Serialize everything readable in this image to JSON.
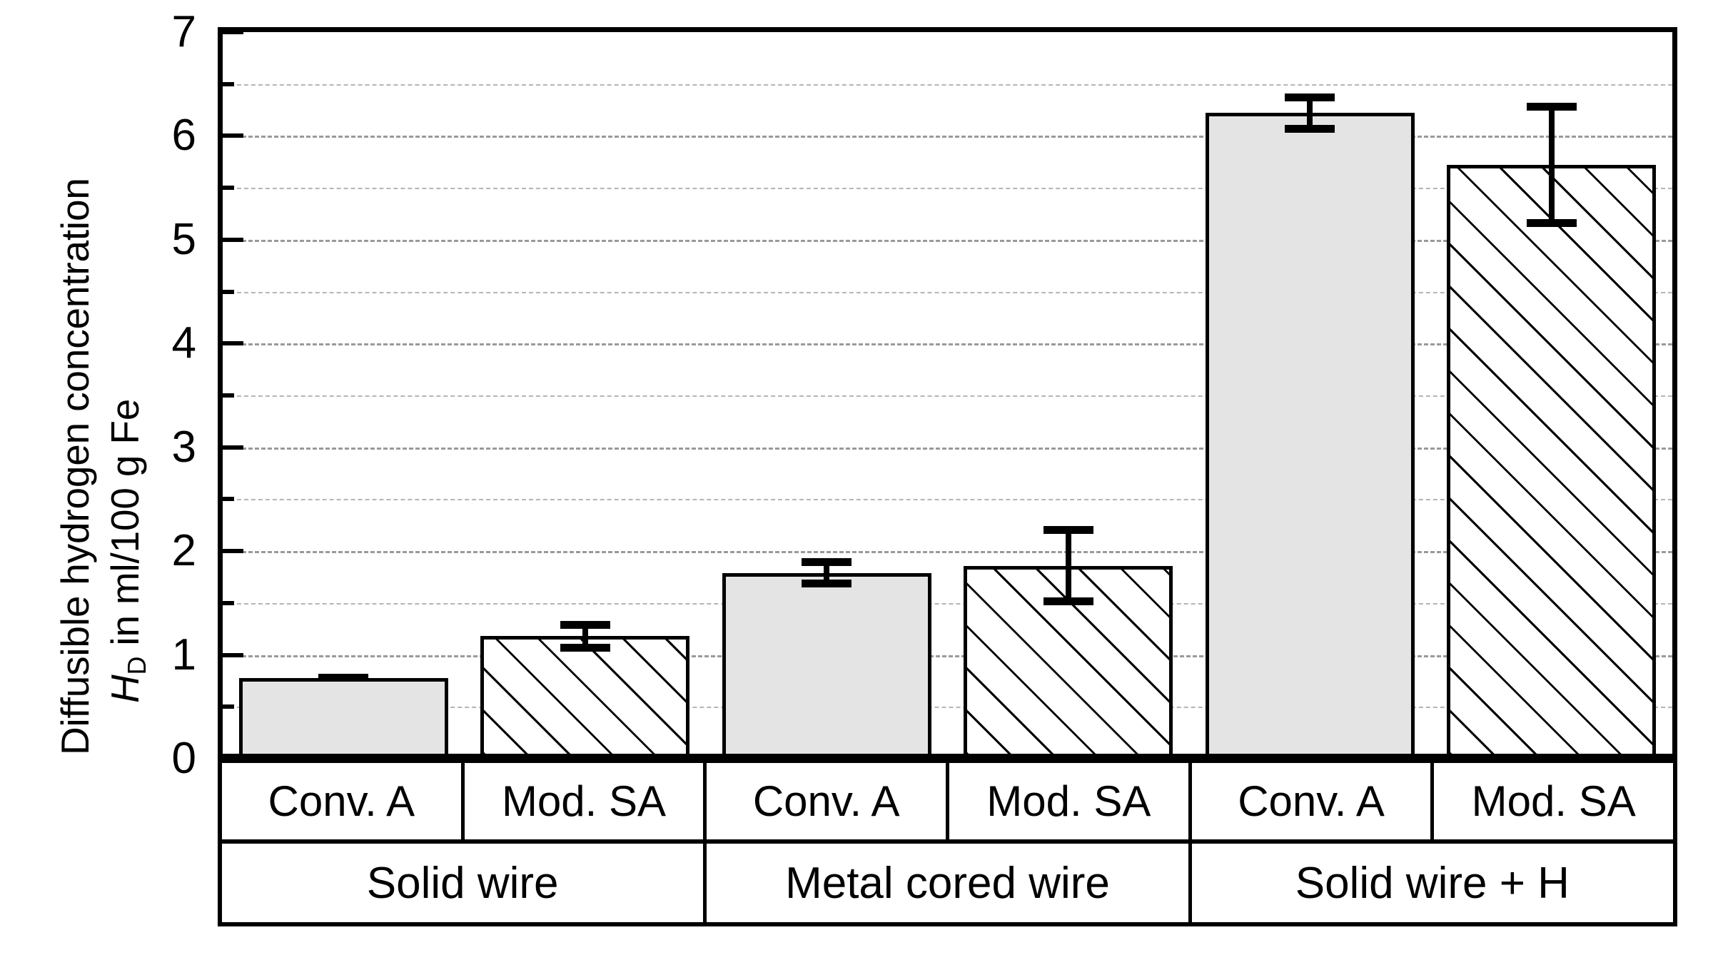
{
  "chart_data": {
    "type": "bar",
    "title": "",
    "xlabel": "",
    "ylabel_line1": "Diffusible hydrogen concentration",
    "ylabel_line2_prefix": "H",
    "ylabel_line2_sub": "D",
    "ylabel_line2_suffix": " in ml/100 g Fe",
    "ylim": [
      0,
      7
    ],
    "ytick_labels": [
      "0",
      "1",
      "2",
      "3",
      "4",
      "5",
      "6",
      "7"
    ],
    "ytick_values": [
      0,
      1,
      2,
      3,
      4,
      5,
      6,
      7
    ],
    "yminor_values": [
      0.5,
      1.5,
      2.5,
      3.5,
      4.5,
      5.5,
      6.5
    ],
    "grid": true,
    "grid_style": "dashed",
    "grid_color": "#9a9a9a",
    "legend": "none",
    "bar_fill_solid": "#e4e4e4",
    "bar_fill_hatched": "#ffffff",
    "bar_edge_color": "#000000",
    "categories": [
      "Conv. A",
      "Mod. SA",
      "Conv. A",
      "Mod. SA",
      "Conv. A",
      "Mod. SA"
    ],
    "values": [
      0.78,
      1.18,
      1.79,
      1.86,
      6.22,
      5.72
    ],
    "errors": [
      0.04,
      0.15,
      0.14,
      0.38,
      0.19,
      0.6
    ],
    "fill_styles": [
      "solid",
      "hatched",
      "solid",
      "hatched",
      "solid",
      "hatched"
    ],
    "groups": [
      {
        "label": "Solid wire",
        "span": 2
      },
      {
        "label": "Metal cored wire",
        "span": 2
      },
      {
        "label": "Solid wire + H",
        "span": 2
      }
    ]
  },
  "axis": {
    "y_title_line1": "Diffusible hydrogen concentration",
    "y_title_line2_prefix": "H",
    "y_title_line2_sub": "D",
    "y_title_line2_suffix": " in ml/100 g Fe",
    "tick_0": "0",
    "tick_1": "1",
    "tick_2": "2",
    "tick_3": "3",
    "tick_4": "4",
    "tick_5": "5",
    "tick_6": "6",
    "tick_7": "7"
  },
  "table": {
    "row_wire_condition": [
      "Conv. A",
      "Mod. SA",
      "Conv. A",
      "Mod. SA",
      "Conv. A",
      "Mod. SA"
    ],
    "row_wire_type": [
      "Solid wire",
      "Metal cored wire",
      "Solid wire + H"
    ]
  }
}
